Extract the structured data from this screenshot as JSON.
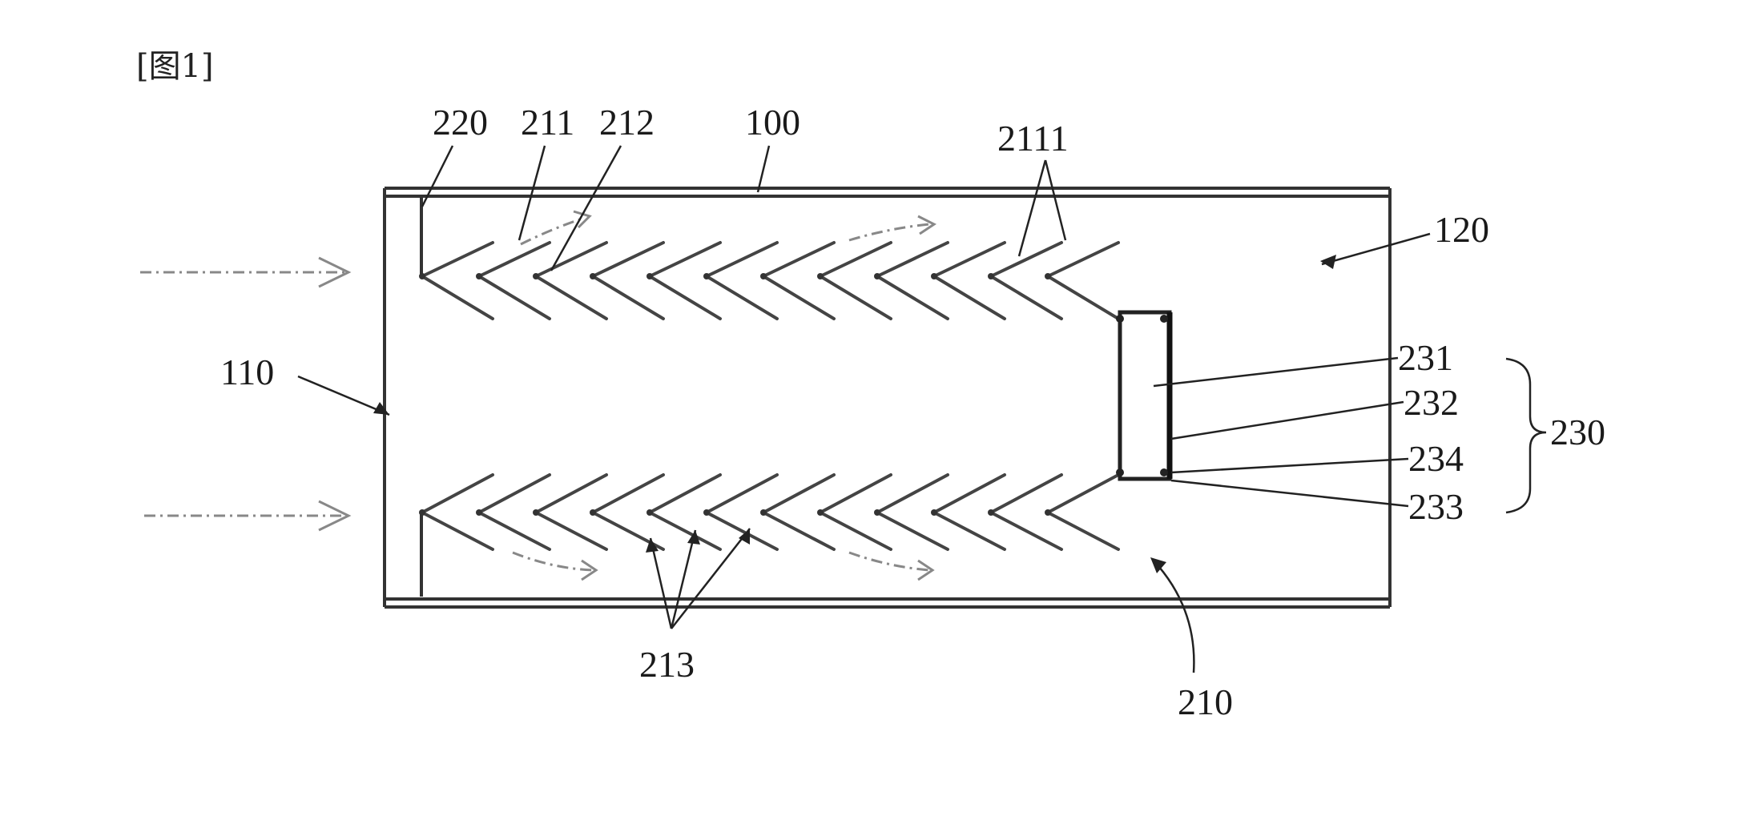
{
  "figure": {
    "title": "[图1]"
  },
  "labels": {
    "l100": "100",
    "l110": "110",
    "l120": "120",
    "l210": "210",
    "l211": "211",
    "l212": "212",
    "l213": "213",
    "l220": "220",
    "l230": "230",
    "l231": "231",
    "l232": "232",
    "l233": "233",
    "l234": "234",
    "l2111": "2111"
  }
}
